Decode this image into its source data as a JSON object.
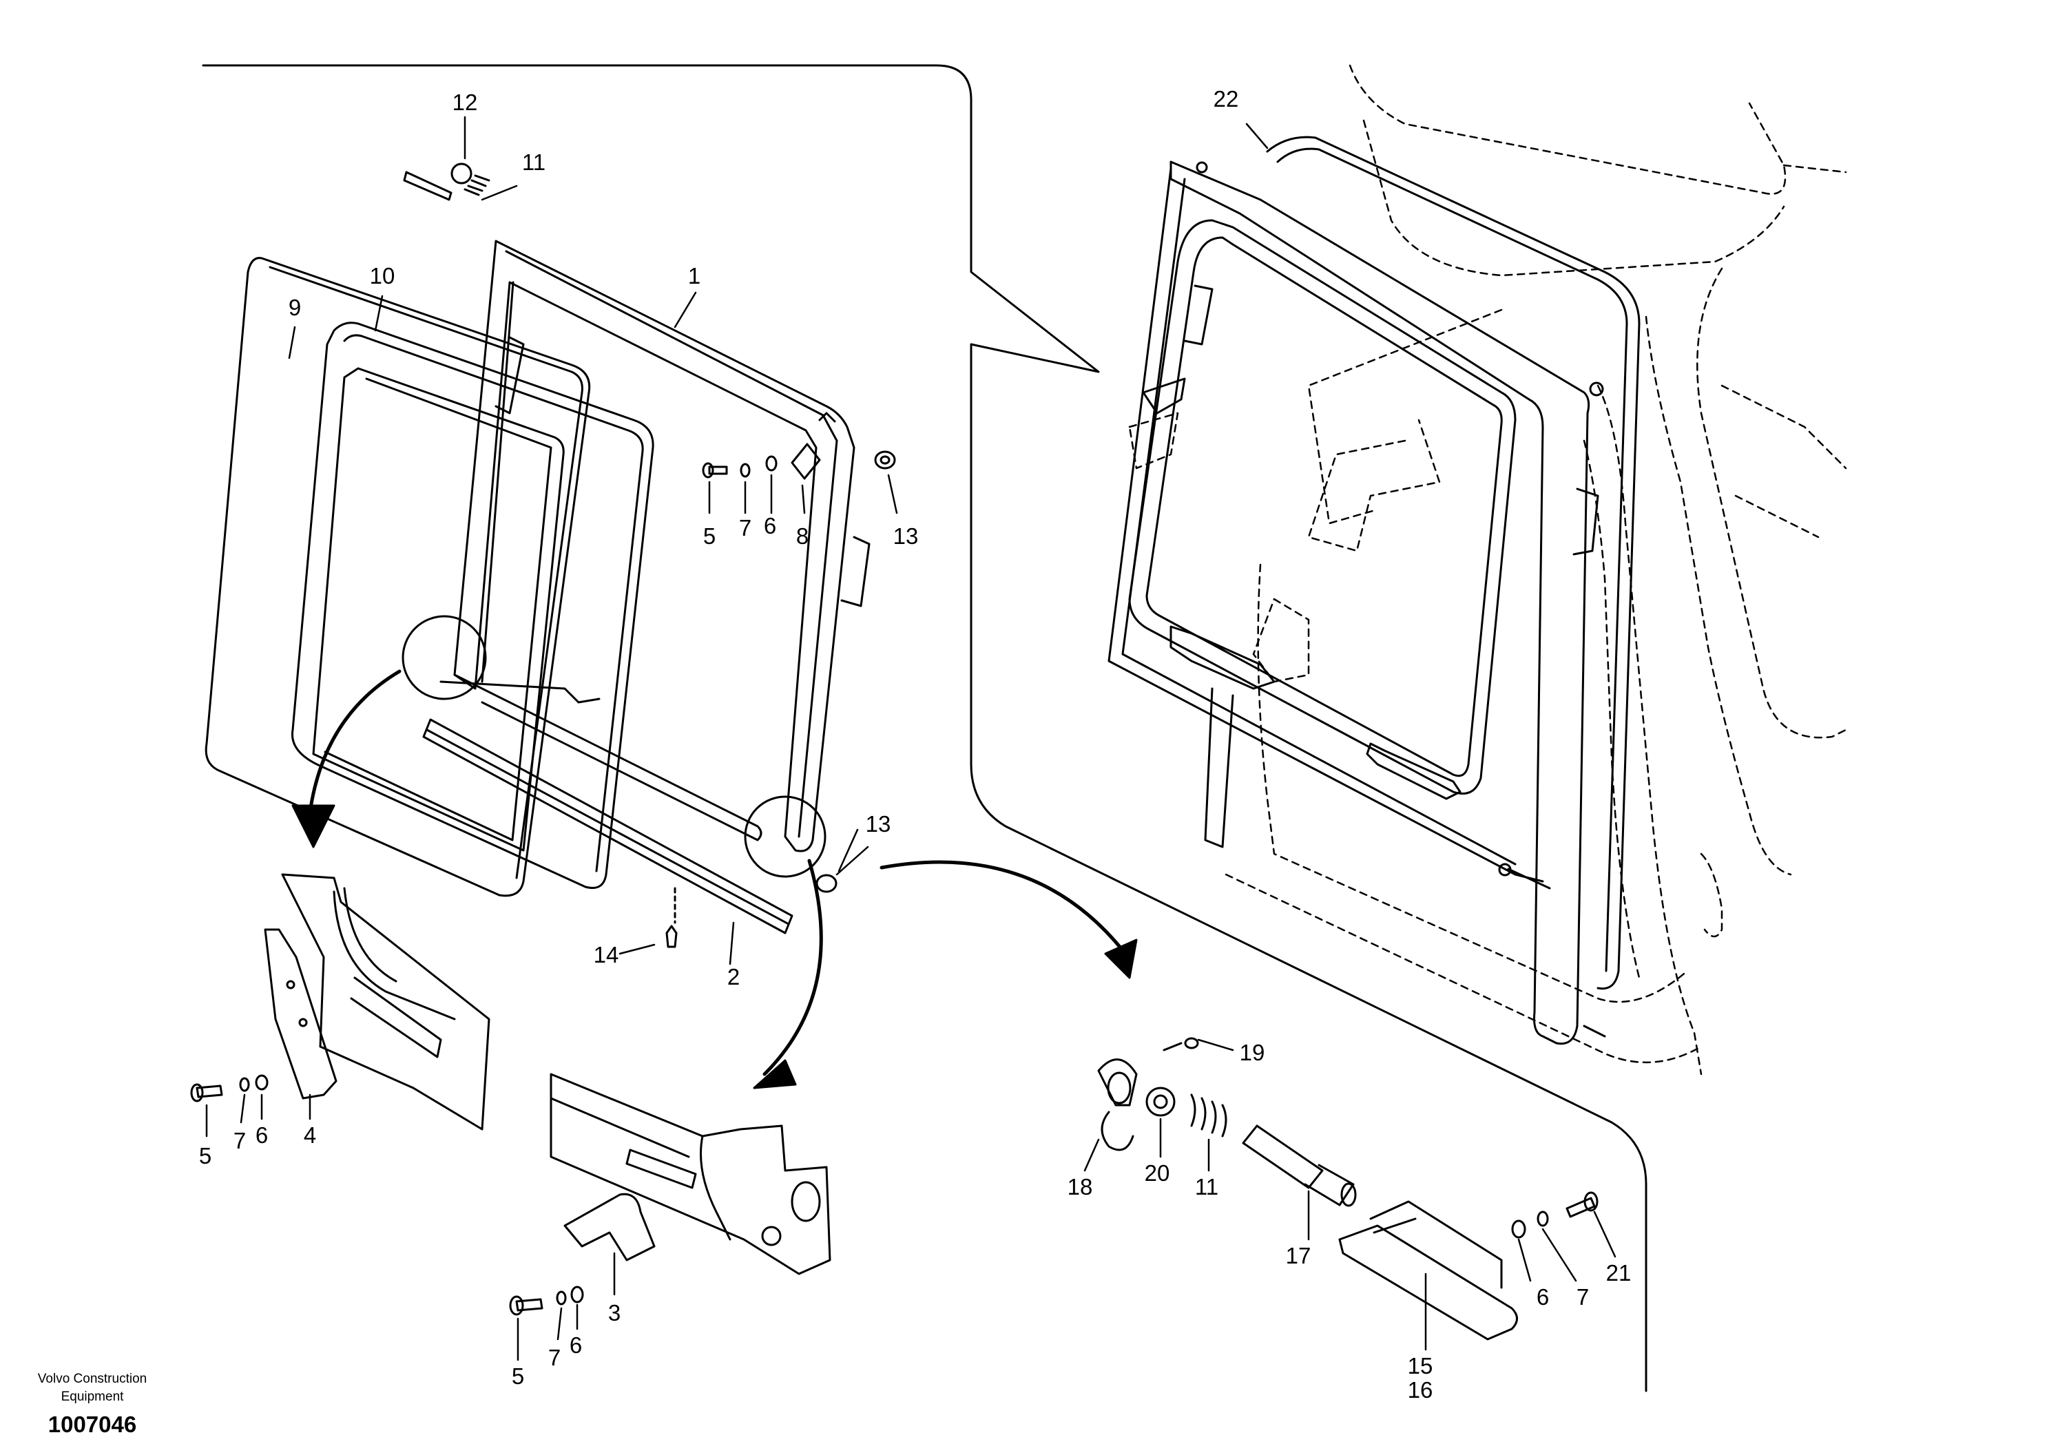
{
  "callouts": {
    "c1": "1",
    "c2": "2",
    "c3": "3",
    "c4": "4",
    "c5a": "5",
    "c5b": "5",
    "c5c": "5",
    "c6a": "6",
    "c6b": "6",
    "c6c": "6",
    "c6d": "6",
    "c7a": "7",
    "c7b": "7",
    "c7c": "7",
    "c7d": "7",
    "c8": "8",
    "c9": "9",
    "c10": "10",
    "c11a": "11",
    "c11b": "11",
    "c12": "12",
    "c13a": "13",
    "c13b": "13",
    "c14": "14",
    "c15": "15",
    "c16": "16",
    "c17": "17",
    "c18": "18",
    "c19": "19",
    "c20": "20",
    "c21": "21",
    "c22": "22"
  },
  "footer": {
    "manufacturer": "Volvo Construction Equipment",
    "drawing_number": "1007046"
  }
}
